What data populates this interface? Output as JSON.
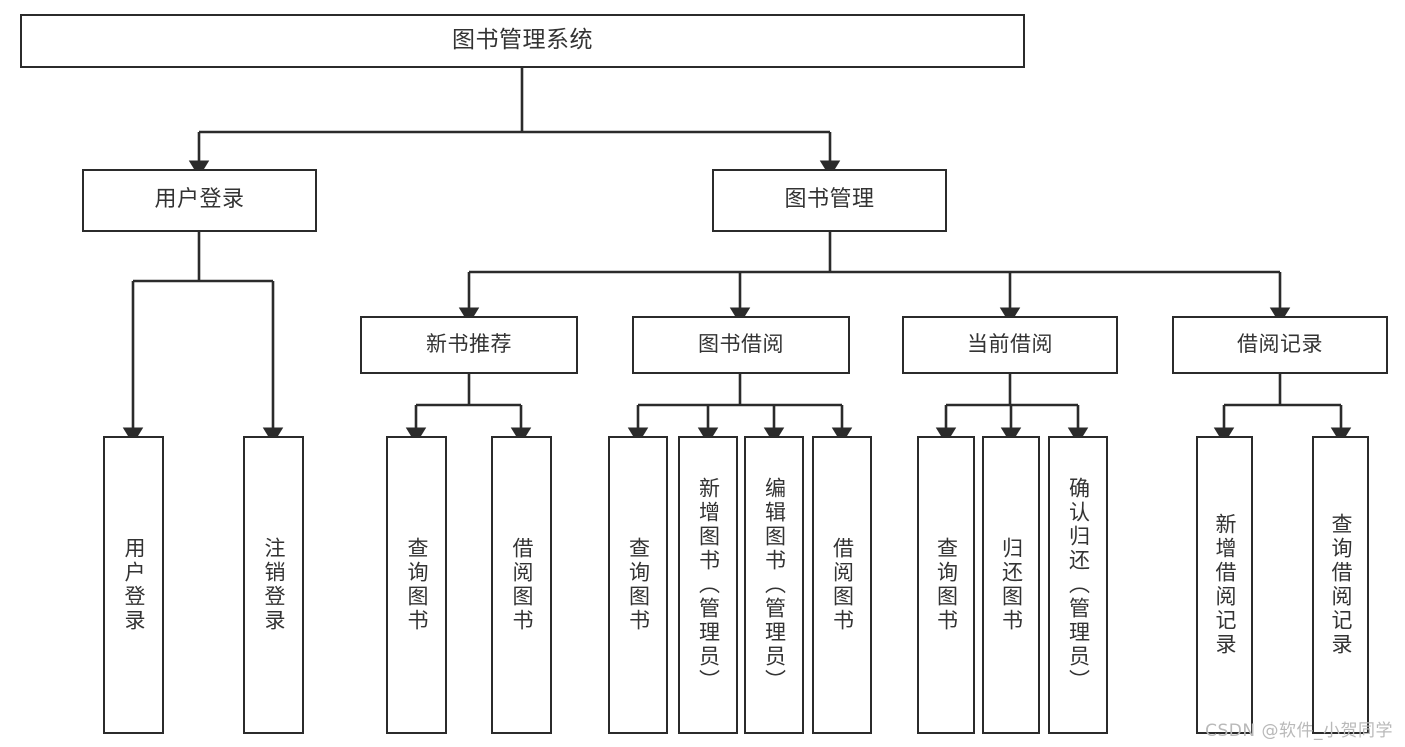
{
  "diagram": {
    "title": "图书管理系统",
    "watermark": "CSDN @软件_小贺同学",
    "colors": {
      "box_border": "#2b2b2b",
      "edge": "#2b2b2b",
      "text": "#333333",
      "background": "#ffffff",
      "watermark": "#b9b9b9"
    },
    "nodes": {
      "root": {
        "label": "图书管理系统"
      },
      "level1": [
        {
          "id": "user-login",
          "label": "用户登录"
        },
        {
          "id": "book-management",
          "label": "图书管理"
        }
      ],
      "level2": [
        {
          "id": "new-book-recommend",
          "label": "新书推荐"
        },
        {
          "id": "book-borrow",
          "label": "图书借阅"
        },
        {
          "id": "current-borrow",
          "label": "当前借阅"
        },
        {
          "id": "borrow-record",
          "label": "借阅记录"
        }
      ],
      "leaves": {
        "user_login": [
          {
            "id": "leaf-user-login",
            "label": "用户登录"
          },
          {
            "id": "leaf-logout",
            "label": "注销登录"
          }
        ],
        "new_book_recommend": [
          {
            "id": "leaf-query-book-1",
            "label": "查询图书"
          },
          {
            "id": "leaf-borrow-book-1",
            "label": "借阅图书"
          }
        ],
        "book_borrow": [
          {
            "id": "leaf-query-book-2",
            "label": "查询图书"
          },
          {
            "id": "leaf-add-book",
            "label": "新增图书（管理员）"
          },
          {
            "id": "leaf-edit-book",
            "label": "编辑图书（管理员）"
          },
          {
            "id": "leaf-borrow-book-2",
            "label": "借阅图书"
          }
        ],
        "current_borrow": [
          {
            "id": "leaf-query-book-3",
            "label": "查询图书"
          },
          {
            "id": "leaf-return-book",
            "label": "归还图书"
          },
          {
            "id": "leaf-confirm-return",
            "label": "确认归还（管理员）"
          }
        ],
        "borrow_record": [
          {
            "id": "leaf-add-record",
            "label": "新增借阅记录"
          },
          {
            "id": "leaf-query-record",
            "label": "查询借阅记录"
          }
        ]
      }
    }
  }
}
